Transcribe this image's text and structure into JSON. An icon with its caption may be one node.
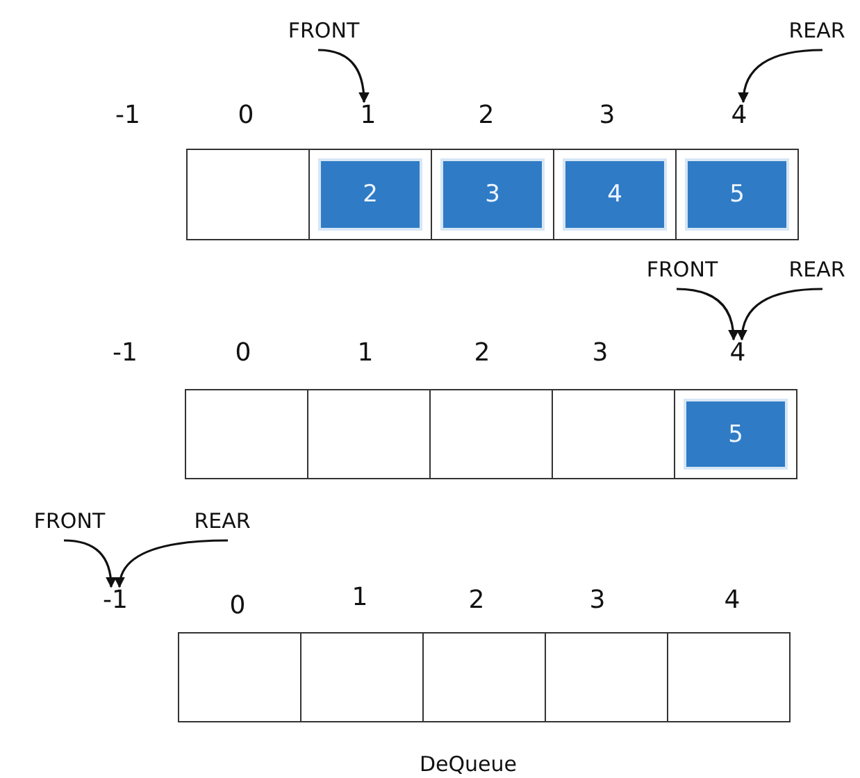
{
  "diagram": {
    "caption": "DeQueue",
    "nodes": [
      {
        "text": [
          "FRONT"
        ]
      },
      {
        "text": [
          "REAR"
        ]
      },
      {
        "text": [
          "1"
        ]
      },
      {
        "text": [
          "4"
        ]
      },
      {
        "text": [],
        "shape": "box"
      },
      {
        "text": [],
        "shape": "box"
      },
      {
        "text": [
          "2"
        ],
        "in": 5
      },
      {
        "text": [],
        "shape": "box"
      },
      {
        "text": [
          "3"
        ],
        "in": 7
      },
      {
        "text": [],
        "shape": "box"
      },
      {
        "text": [
          "4"
        ],
        "in": 9
      },
      {
        "text": [],
        "shape": "box"
      },
      {
        "text": [
          "5"
        ],
        "in": 11
      },
      {
        "text": [
          "FRONT"
        ]
      },
      {
        "text": [
          "REAR"
        ]
      },
      {
        "text": [
          "4"
        ]
      },
      {
        "text": [],
        "shape": "box"
      },
      {
        "text": [],
        "shape": "box"
      },
      {
        "text": [],
        "shape": "box"
      },
      {
        "text": [],
        "shape": "box"
      },
      {
        "text": [],
        "shape": "box"
      },
      {
        "text": [
          "5"
        ],
        "in": 20
      },
      {
        "text": [
          "FRONT"
        ]
      },
      {
        "text": [
          "REAR"
        ]
      },
      {
        "text": [
          "-1"
        ]
      },
      {
        "text": [],
        "shape": "box"
      },
      {
        "text": [],
        "shape": "box"
      },
      {
        "text": [],
        "shape": "box"
      },
      {
        "text": [],
        "shape": "box"
      },
      {
        "text": [],
        "shape": "box"
      }
    ],
    "edges": [
      {
        "from": 0,
        "to": 2,
        "arrow": "to"
      },
      {
        "from": 1,
        "to": 3,
        "arrow": "to"
      },
      {
        "from": 13,
        "to": 15,
        "arrow": "to"
      },
      {
        "from": 14,
        "to": 15,
        "arrow": "to"
      },
      {
        "from": 22,
        "to": 24,
        "arrow": "to"
      },
      {
        "from": 23,
        "to": 24,
        "arrow": "to"
      }
    ],
    "labels": [
      "-1",
      "0",
      "2",
      "3",
      "-1",
      "0",
      "1",
      "2",
      "3",
      "0",
      "1",
      "2",
      "3",
      "4"
    ]
  }
}
